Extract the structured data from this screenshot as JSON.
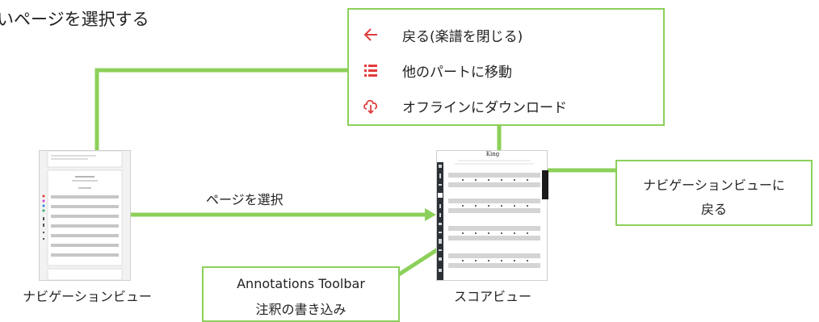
{
  "title": "いページを選択する",
  "menu": {
    "items": [
      {
        "label": "戻る(楽譜を閉じる)",
        "icon": "arrow-left-icon"
      },
      {
        "label": "他のパートに移動",
        "icon": "list-icon"
      },
      {
        "label": "オフラインにダウンロード",
        "icon": "cloud-download-icon"
      }
    ]
  },
  "nav_view": {
    "caption": "ナビゲーションビュー"
  },
  "score_view": {
    "caption": "スコアビュー",
    "score_title": "King"
  },
  "select_page_label": "ページを選択",
  "back_to_nav": {
    "line1": "ナビゲーションビューに",
    "line2": "戻る"
  },
  "annotations": {
    "line1": "Annotations Toolbar",
    "line2": "注釈の書き込み"
  },
  "colors": {
    "accent_green": "#8cd05a",
    "icon_red": "#e23b3b"
  }
}
